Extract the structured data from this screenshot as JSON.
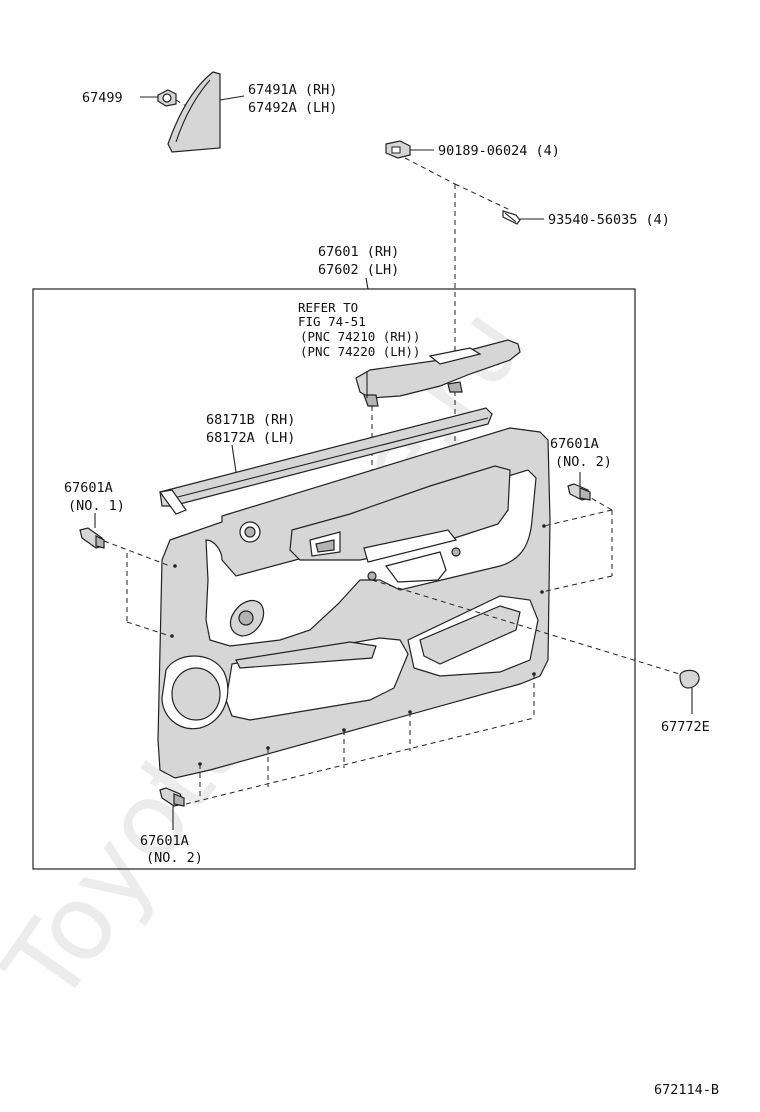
{
  "watermark": "ToyotaOnline.ru",
  "figure_code": "672114-B",
  "parts": {
    "clip_67499": "67499",
    "cover_rh": "67491A (RH)",
    "cover_lh": "67492A (LH)",
    "nut": "90189-06024 (4)",
    "screw": "93540-56035 (4)",
    "panel_rh": "67601 (RH)",
    "panel_lh": "67602 (LH)",
    "refer_1": "REFER TO",
    "refer_2": "FIG 74-51",
    "refer_3": "(PNC 74210 (RH))",
    "refer_4": "(PNC 74220 (LH))",
    "weatherstrip_rh": "68171B (RH)",
    "weatherstrip_lh": "68172A (LH)",
    "clip_right_num": "67601A",
    "clip_right_no": "(NO. 2)",
    "clip_left_num": "67601A",
    "clip_left_no": "(NO. 1)",
    "clip_bottom_num": "67601A",
    "clip_bottom_no": "(NO. 2)",
    "cap": "67772E"
  },
  "icons": [
    "clip-icon",
    "nut-icon",
    "screw-icon",
    "cap-icon",
    "door-trim-panel-illustration",
    "armrest-illustration",
    "weatherstrip-illustration",
    "corner-cover-illustration"
  ]
}
